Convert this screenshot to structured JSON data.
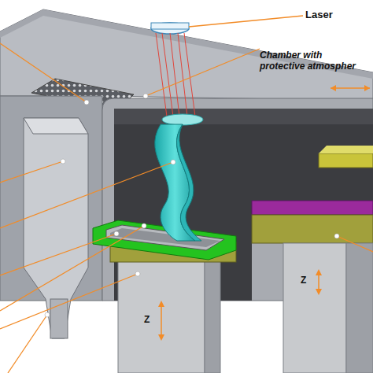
{
  "diagram": {
    "labels": [
      "Laser",
      "Chamber with protective atmospher",
      "Z",
      "Z"
    ]
  }
}
